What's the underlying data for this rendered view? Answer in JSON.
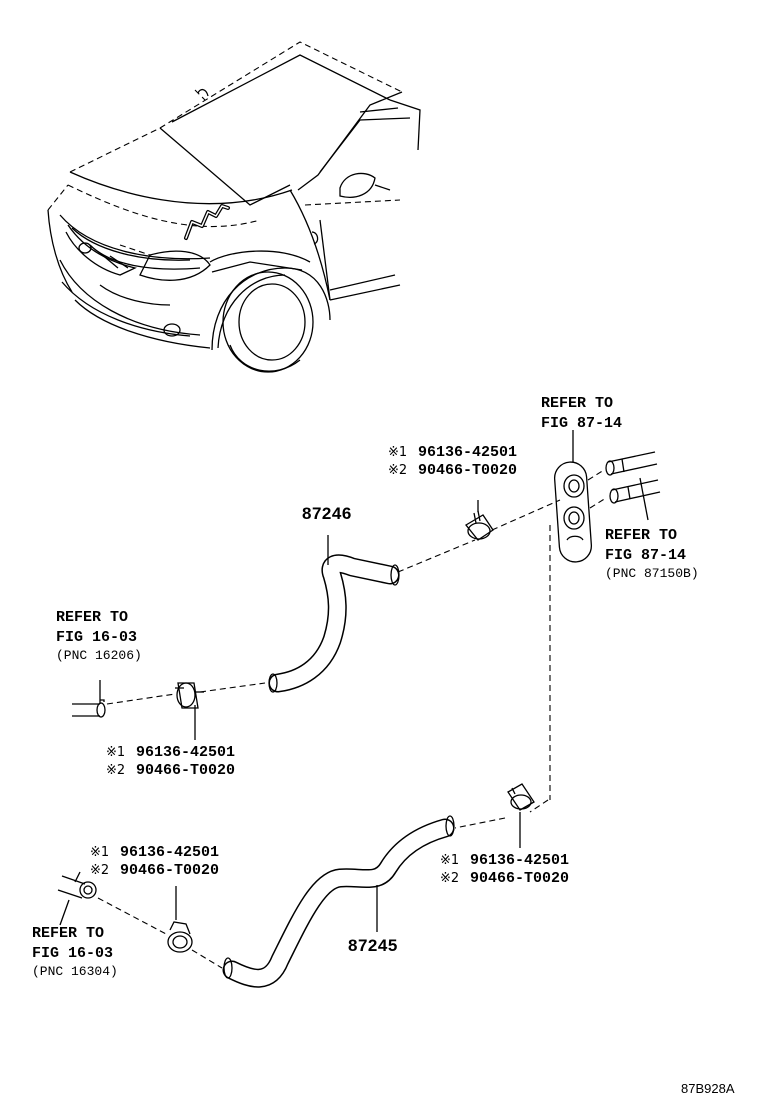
{
  "clip_part_1": "96136-42501",
  "clip_part_2": "90466-T0020",
  "mark_1": "※1",
  "mark_2": "※2",
  "hose_upper": "87246",
  "hose_lower": "87245",
  "refer_to": "REFER TO",
  "fig_87_14": "FIG 87-14",
  "fig_16_03": "FIG 16-03",
  "pnc_87150b": "(PNC 87150B)",
  "pnc_16206": "(PNC 16206)",
  "pnc_16304": "(PNC 16304)",
  "figure_code": "87B928A"
}
